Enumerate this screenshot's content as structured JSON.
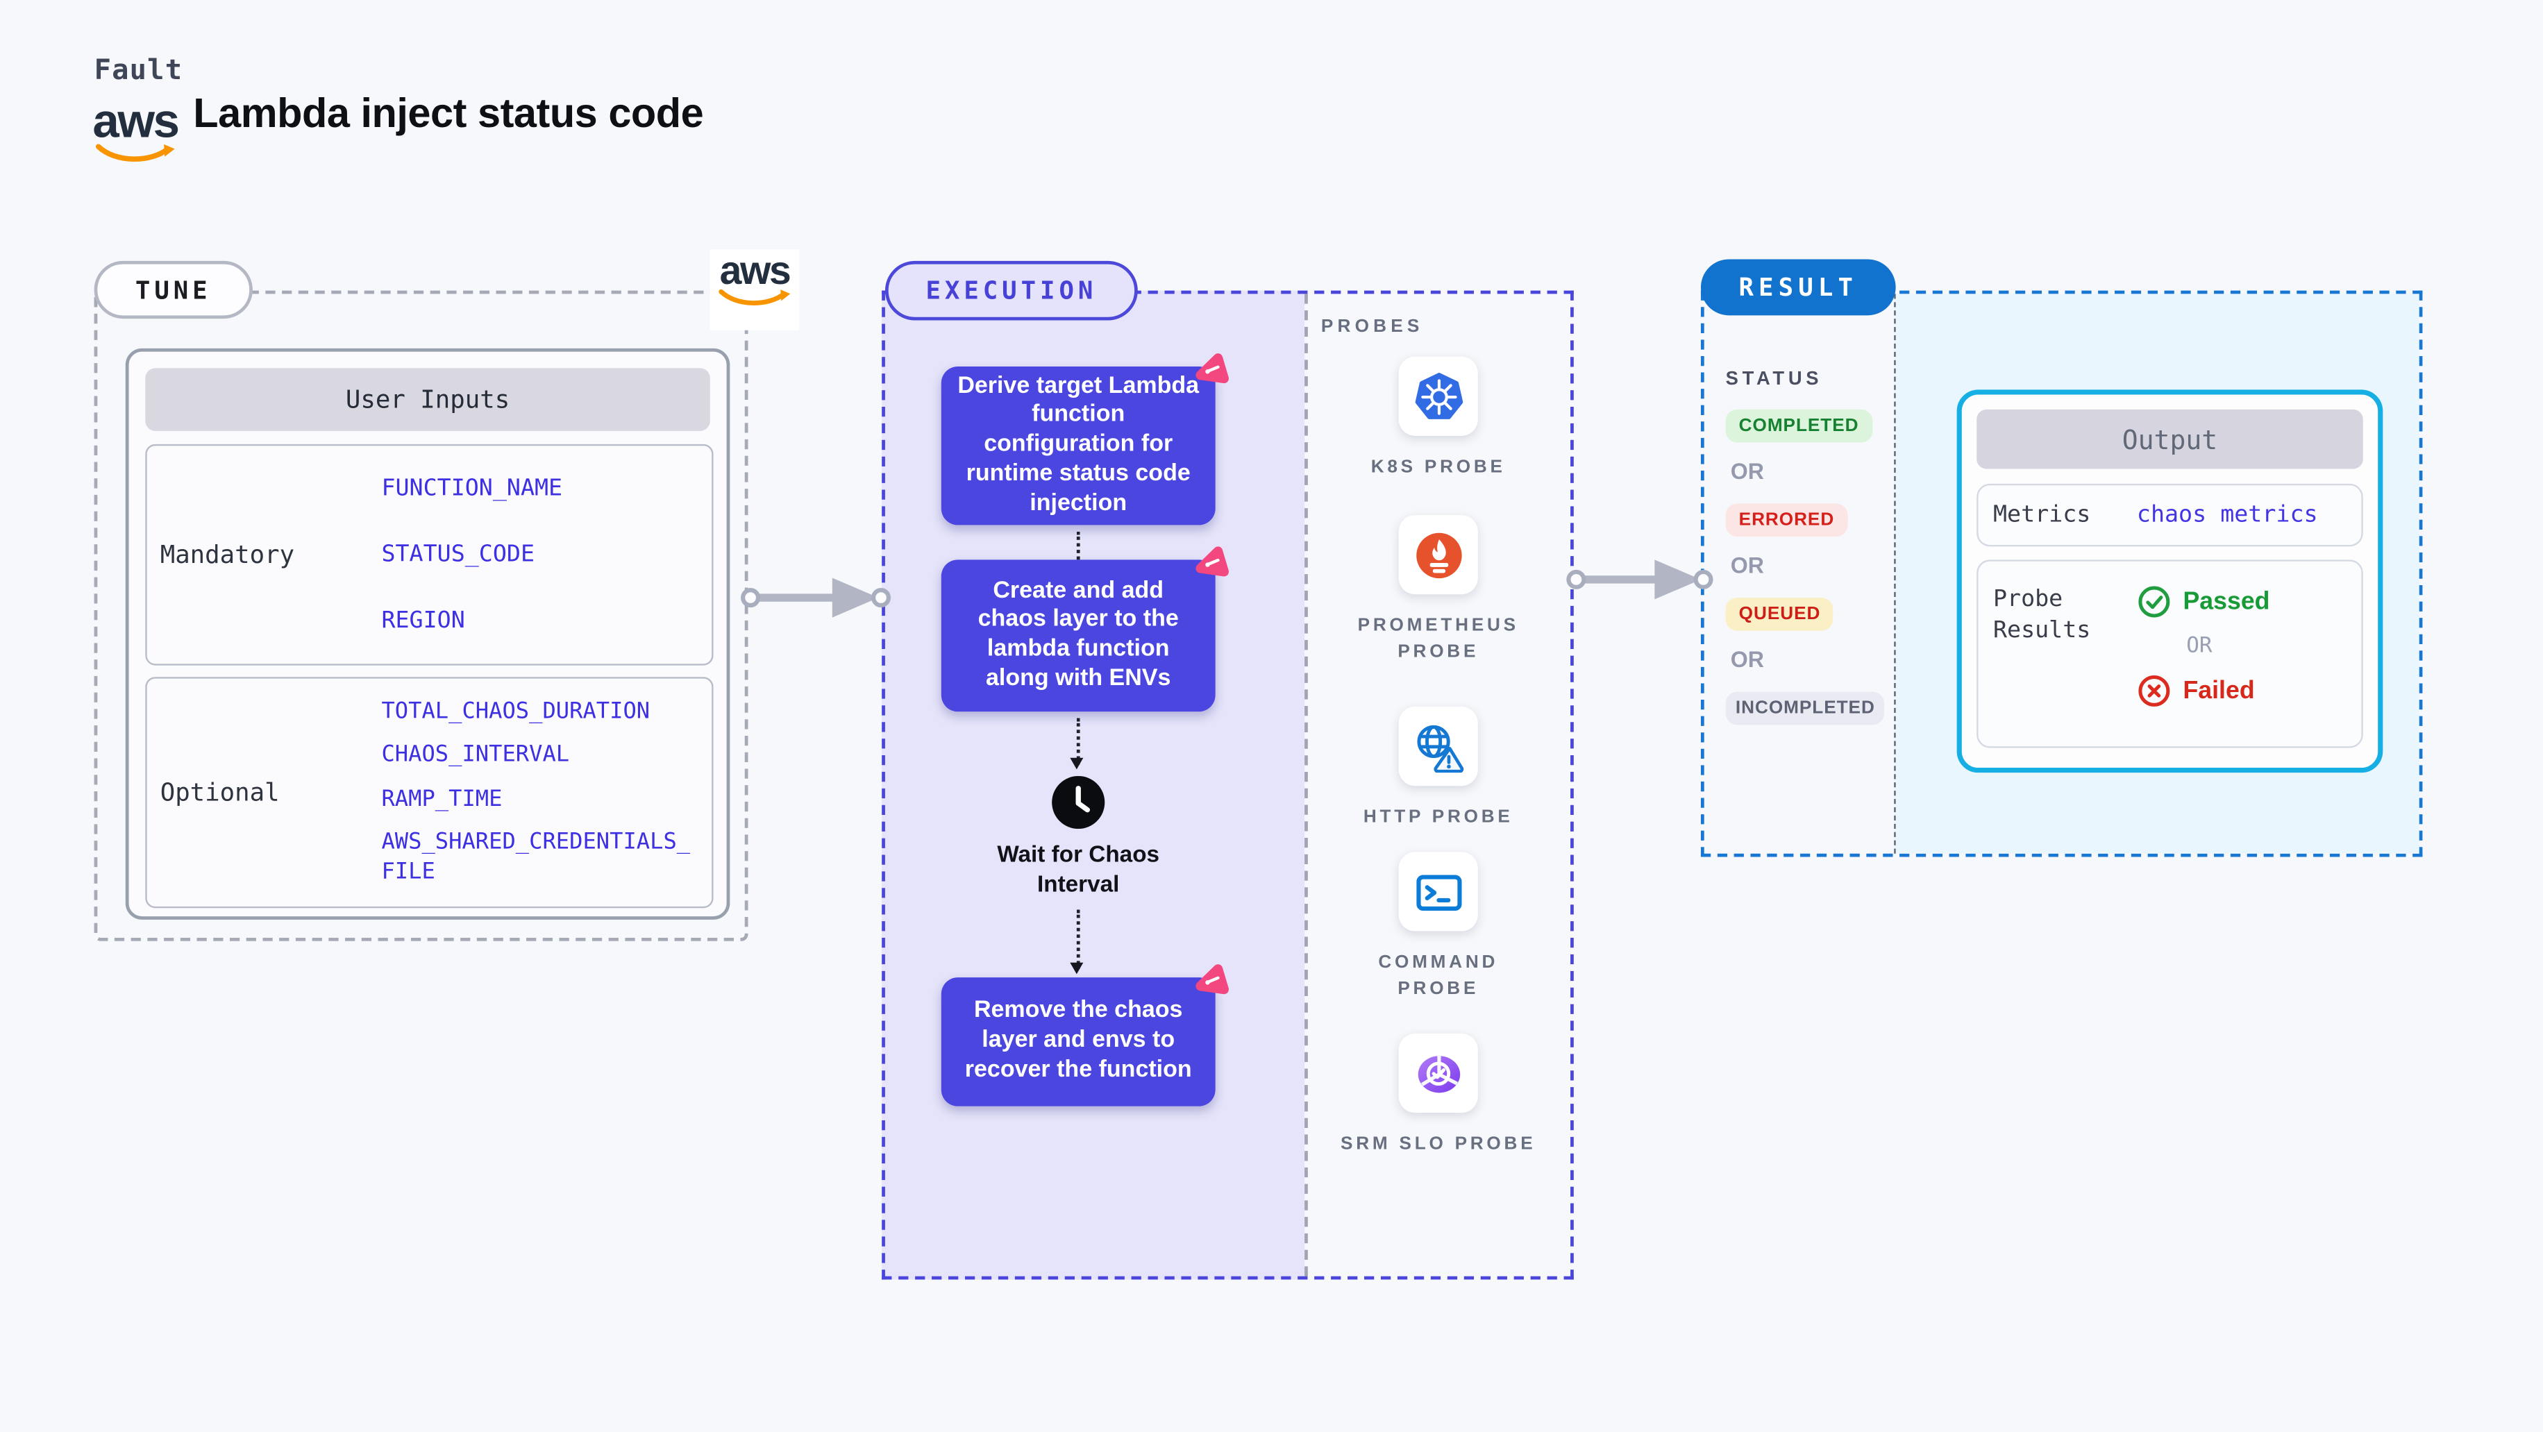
{
  "header": {
    "eyebrow": "Fault",
    "title": "Lambda inject status code",
    "aws_logo_text": "aws"
  },
  "tune": {
    "badge": "TUNE",
    "table_header": "User Inputs",
    "mandatory_label": "Mandatory",
    "optional_label": "Optional",
    "mandatory": [
      "FUNCTION_NAME",
      "STATUS_CODE",
      "REGION"
    ],
    "optional": [
      "TOTAL_CHAOS_DURATION",
      "CHAOS_INTERVAL",
      "RAMP_TIME",
      "AWS_SHARED_CREDENTIALS_FILE"
    ]
  },
  "execution": {
    "badge": "EXECUTION",
    "steps": [
      "Derive target Lambda function configuration for runtime status code injection",
      "Create and add chaos layer to the lambda function along with ENVs",
      "Remove the chaos layer and envs to recover the function"
    ],
    "wait_label": "Wait for Chaos Interval"
  },
  "probes": {
    "heading": "PROBES",
    "items": [
      {
        "icon": "kubernetes-icon",
        "label": "K8S PROBE"
      },
      {
        "icon": "prometheus-icon",
        "label": "PROMETHEUS PROBE"
      },
      {
        "icon": "http-globe-warning-icon",
        "label": "HTTP PROBE"
      },
      {
        "icon": "terminal-icon",
        "label": "COMMAND PROBE"
      },
      {
        "icon": "slo-pie-check-icon",
        "label": "SRM SLO PROBE"
      }
    ]
  },
  "result": {
    "badge": "RESULT",
    "status_heading": "STATUS",
    "or": "OR",
    "badges": [
      "COMPLETED",
      "ERRORED",
      "QUEUED",
      "INCOMPLETED"
    ],
    "output": {
      "header": "Output",
      "metrics_label": "Metrics",
      "metrics_value": "chaos metrics",
      "probe_results_label": "Probe Results",
      "passed": "Passed",
      "or": "OR",
      "failed": "Failed"
    }
  },
  "colors": {
    "page_bg": "#F7F8FB",
    "step_indigo": "#4C46E0",
    "execution_fill": "#E5E4FA",
    "execution_dash": "#4B46DB",
    "litmus_pink": "#F2477F",
    "param_blue": "#3D2FE2",
    "result_pill_blue": "#1273CE",
    "result_dash": "#1877D3",
    "cyan_panel_bg": "#EAF6FD",
    "output_border": "#15AFE3",
    "completed_green": "#168231",
    "errored_red": "#D4201A",
    "queued_bg": "#FAEFC5",
    "incompleted_gray": "#5D6374",
    "passed_green": "#189A37",
    "failed_red": "#D7281C",
    "aws_orange": "#F79400",
    "kubernetes_blue": "#326CE5",
    "prometheus_orange": "#E6522C"
  }
}
